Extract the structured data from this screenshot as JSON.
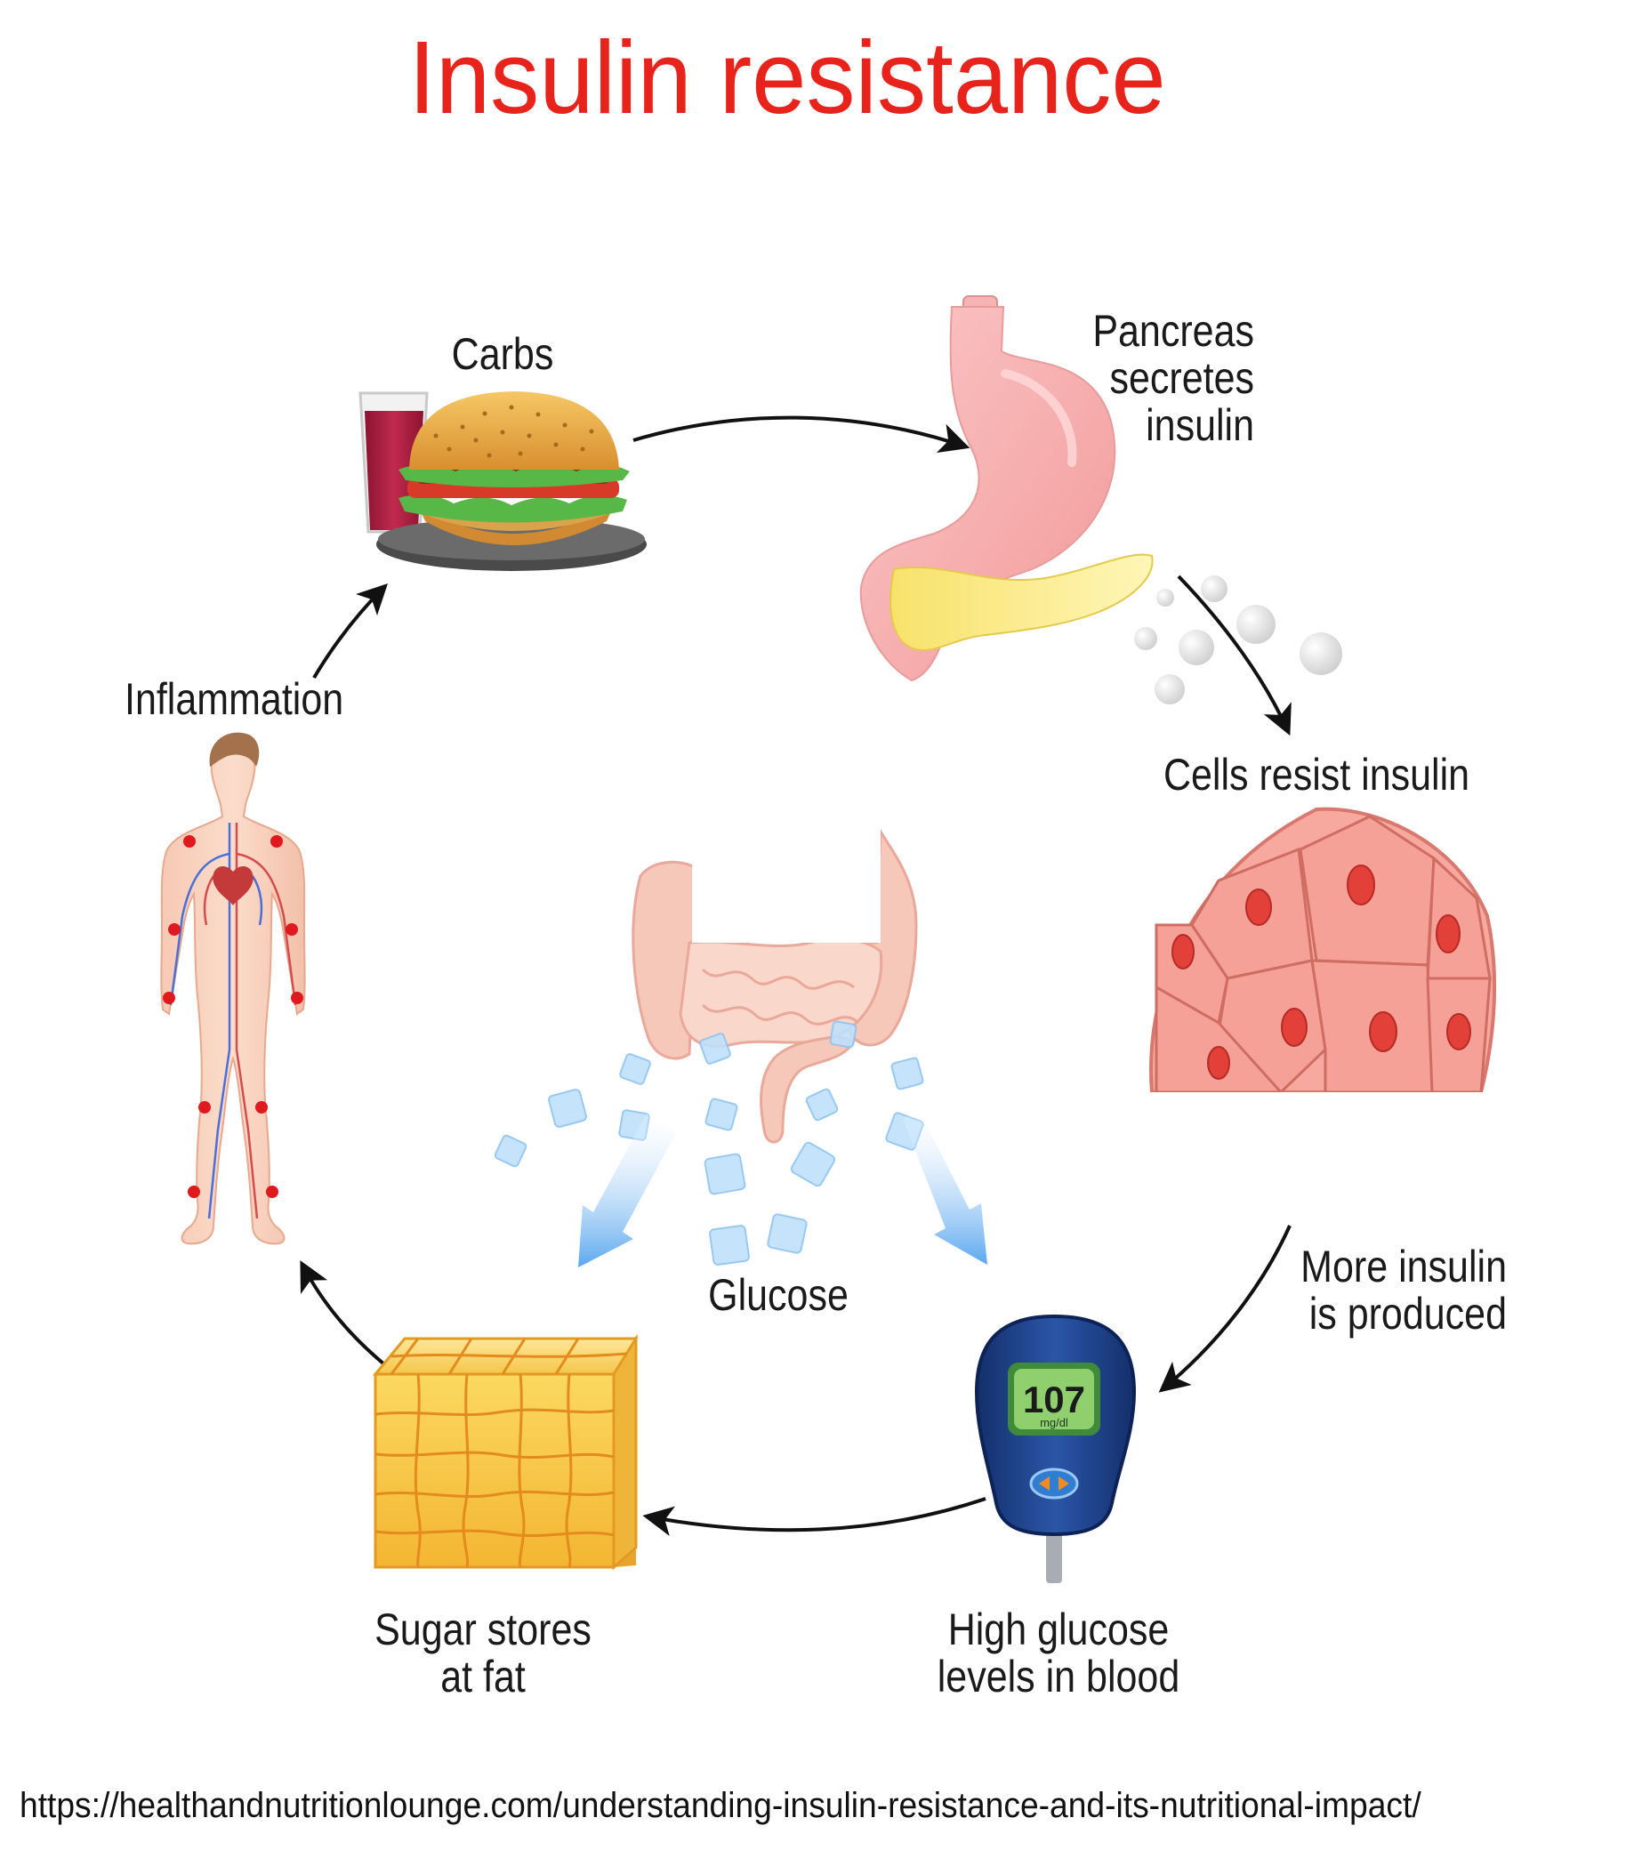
{
  "title": "Insulin resistance",
  "steps": {
    "carbs": "Carbs",
    "pancreas": "Pancreas\nsecretes\ninsulin",
    "cells": "Cells resist insulin",
    "more_insulin": "More insulin\nis produced",
    "high_glucose": "High glucose\nlevels in blood",
    "sugar_stores": "Sugar stores\nat fat",
    "inflammation": "Inflammation",
    "glucose": "Glucose"
  },
  "meter": {
    "reading": "107",
    "unit": "mg/dl"
  },
  "source_url": "https://healthandnutritionlounge.com/understanding-insulin-resistance-and-its-nutritional-impact/",
  "colors": {
    "title": "#e8231b",
    "arrow": "#111111",
    "glucose_arrow": "#6aaef0",
    "meter_body": "#1e3f86"
  },
  "icons": [
    "burger-icon",
    "juice-glass-icon",
    "stomach-icon",
    "pancreas-icon",
    "insulin-bubbles-icon",
    "cell-cluster-icon",
    "glucose-meter-icon",
    "fat-cube-icon",
    "human-body-icon",
    "intestine-icon",
    "glucose-cube-icon"
  ]
}
